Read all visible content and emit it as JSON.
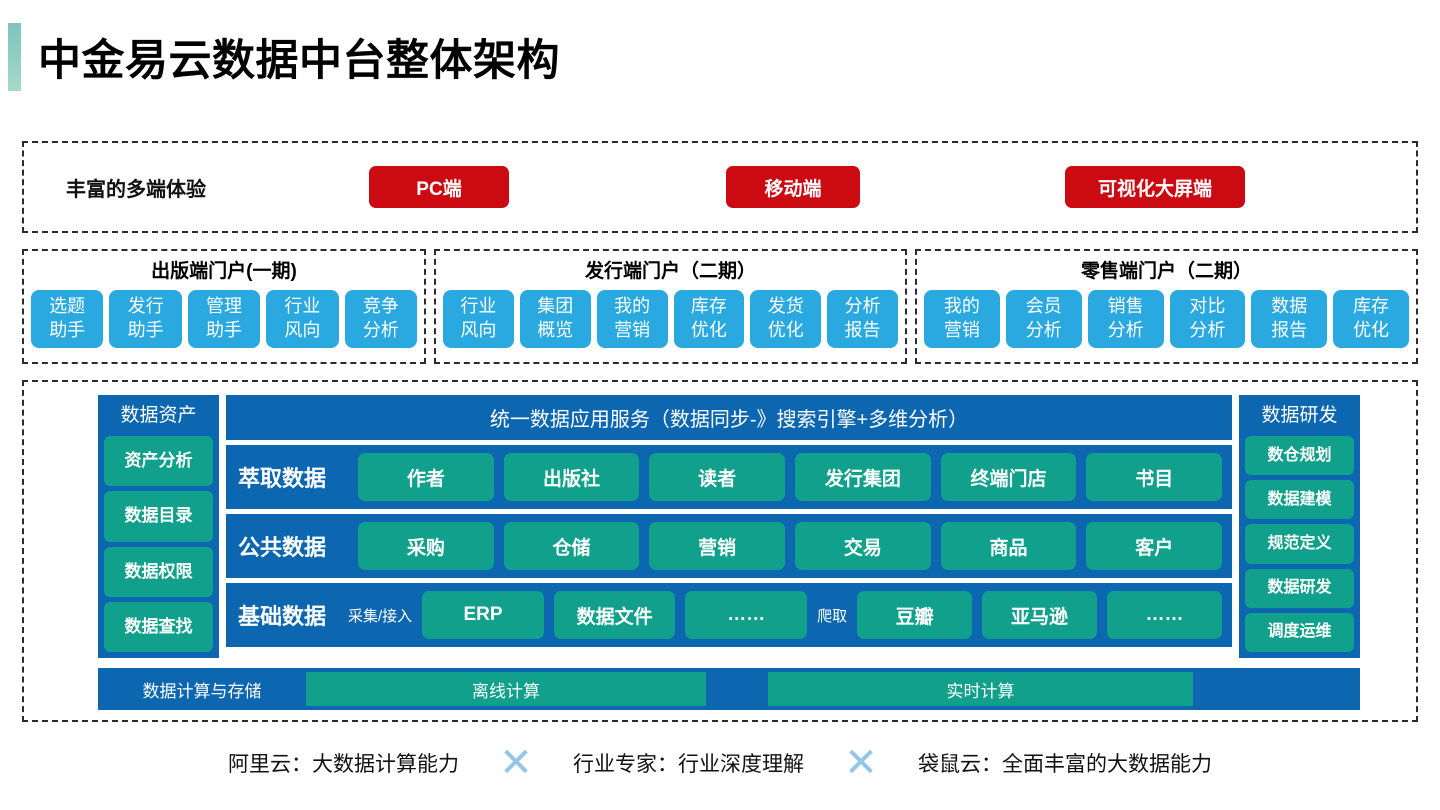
{
  "slide": {
    "title": "中金易云数据中台整体架构",
    "accent_color": "#8fcfc3",
    "colors": {
      "red": "#cc0a12",
      "blue": "#0d66b0",
      "light_blue": "#29a9e0",
      "teal": "#11a08c",
      "x_mark": "#92c5e8"
    }
  },
  "terminals": {
    "label": "丰富的多端体验",
    "buttons": [
      {
        "label": "PC端"
      },
      {
        "label": "移动端"
      },
      {
        "label": "可视化大屏端"
      }
    ]
  },
  "portals": [
    {
      "title": "出版端门户(一期)",
      "chips": [
        "选题\n助手",
        "发行\n助手",
        "管理\n助手",
        "行业\n风向",
        "竞争\n分析"
      ]
    },
    {
      "title": "发行端门户（二期）",
      "chips": [
        "行业\n风向",
        "集团\n概览",
        "我的\n营销",
        "库存\n优化",
        "发货\n优化",
        "分析\n报告"
      ]
    },
    {
      "title": "零售端门户（二期）",
      "chips": [
        "我的\n营销",
        "会员\n分析",
        "销售\n分析",
        "对比\n分析",
        "数据\n报告",
        "库存\n优化"
      ]
    }
  ],
  "core": {
    "left_pillar": {
      "title": "数据资产",
      "chips": [
        "资产分析",
        "数据目录",
        "数据权限",
        "数据查找"
      ]
    },
    "right_pillar": {
      "title": "数据研发",
      "chips": [
        "数仓规划",
        "数据建模",
        "规范定义",
        "数据研发",
        "调度运维"
      ]
    },
    "unified_service": "统一数据应用服务（数据同步-》搜索引擎+多维分析）",
    "rows": [
      {
        "label": "萃取数据",
        "chips": [
          "作者",
          "出版社",
          "读者",
          "发行集团",
          "终端门店",
          "书目"
        ]
      },
      {
        "label": "公共数据",
        "chips": [
          "采购",
          "仓储",
          "营销",
          "交易",
          "商品",
          "客户"
        ]
      }
    ],
    "base_row": {
      "label": "基础数据",
      "sub_label_1": "采集/接入",
      "chips_1": [
        "ERP",
        "数据文件",
        "……"
      ],
      "sub_label_2": "爬取",
      "chips_2": [
        "豆瓣",
        "亚马逊",
        "……"
      ]
    },
    "compute": {
      "label": "数据计算与存储",
      "blocks": [
        "离线计算",
        "实时计算"
      ]
    }
  },
  "footer": {
    "items": [
      "阿里云：大数据计算能力",
      "行业专家：行业深度理解",
      "袋鼠云：全面丰富的大数据能力"
    ],
    "separator": "✕"
  }
}
